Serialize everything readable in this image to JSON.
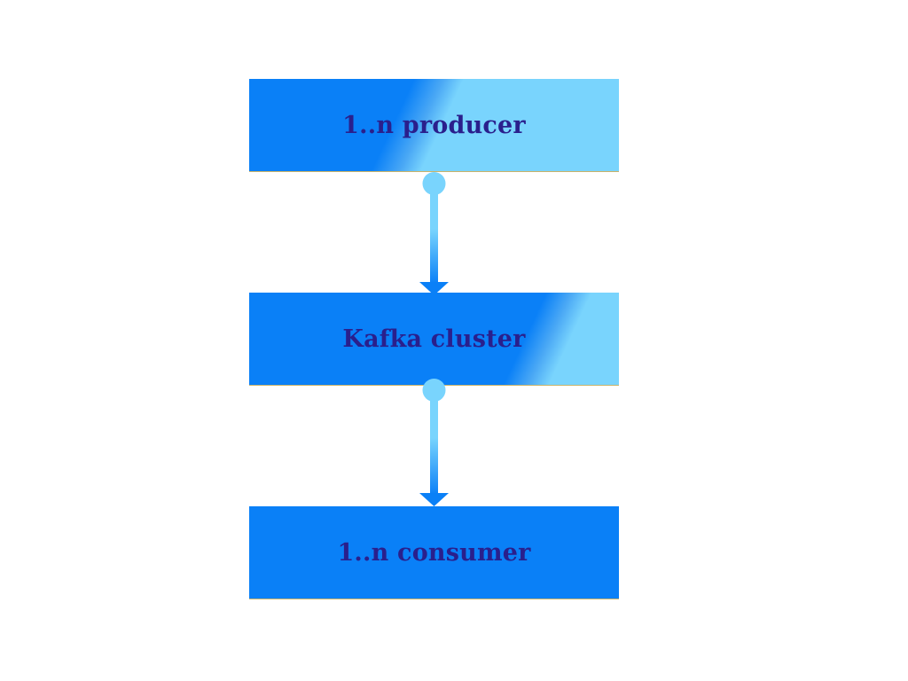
{
  "diagram": {
    "nodes": [
      {
        "id": "producer",
        "label": "1..n producer"
      },
      {
        "id": "cluster",
        "label": "Kafka cluster"
      },
      {
        "id": "consumer",
        "label": "1..n consumer"
      }
    ],
    "edges": [
      {
        "from": "producer",
        "to": "cluster"
      },
      {
        "from": "cluster",
        "to": "consumer"
      }
    ],
    "colors": {
      "box_dark": "#0a80f7",
      "box_light": "#79d4fd",
      "text": "#2a1f8c",
      "connector_dot": "#79d4fd",
      "arrow_head": "#0a80f7"
    }
  }
}
